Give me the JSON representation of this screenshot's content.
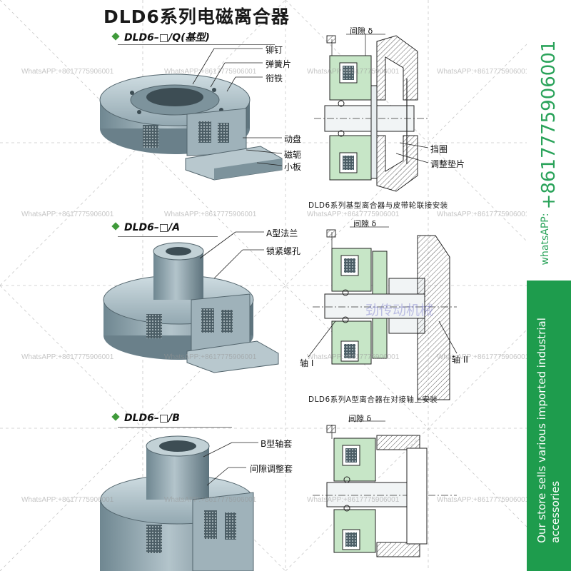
{
  "title": "DLD6系列电磁离合器",
  "sections": [
    {
      "model": "DLD6–□/Q(基型)",
      "callouts": [
        "铆钉",
        "弹簧片",
        "衔铁",
        "动盘",
        "磁轭",
        "小板"
      ],
      "gap_label": "间隙 δ",
      "right_callouts": [
        "挡圈",
        "调整垫片"
      ],
      "caption": "DLD6系列基型离合器与皮带轮联接安装"
    },
    {
      "model": "DLD6–□/A",
      "callouts": [
        "A型法兰",
        "锁紧螺孔"
      ],
      "gap_label": "间隙 δ",
      "axis_labels": [
        "轴 I",
        "轴 II"
      ],
      "caption": "DLD6系列A型离合器在对接轴上安装"
    },
    {
      "model": "DLD6–□/B",
      "callouts": [
        "B型轴套",
        "间隙调整套"
      ],
      "gap_label": "间隙 δ"
    }
  ],
  "watermark": "WhatsAPP:+8617775906001",
  "store_watermark": "劲传动机械",
  "sidebar": {
    "phone": "+8617775906001",
    "label": "whatsAPP:",
    "note_line1": "Our store sells various imported industrial",
    "note_line2": "accessories"
  },
  "colors": {
    "accent_green": "#1e9c4d",
    "part_green": "#c7e6c7",
    "metal": "#8ea3ad",
    "title_diamond": "#3f9a3a"
  }
}
